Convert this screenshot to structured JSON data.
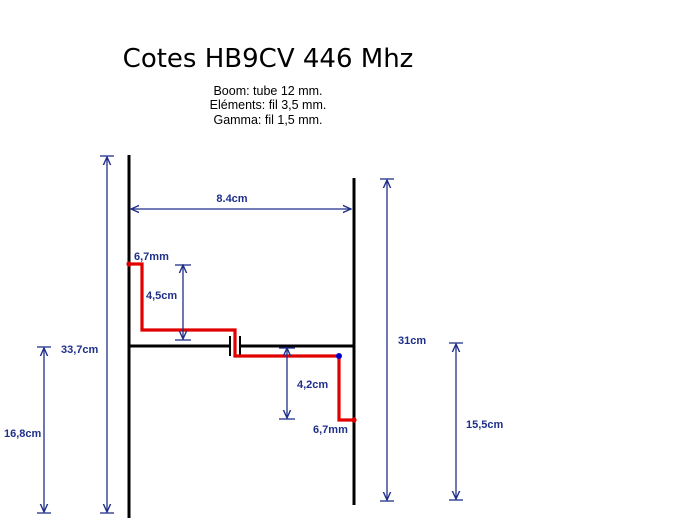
{
  "title": "Cotes HB9CV 446 Mhz",
  "specs": {
    "boom": "Boom: tube 12 mm.",
    "elements": "Eléments: fil 3,5 mm.",
    "gamma": "Gamma: fil 1,5 mm."
  },
  "dimensions": {
    "spacing": "8.4cm",
    "gamma_top_offset": "6,7mm",
    "gamma_top_height": "4,5cm",
    "gamma_bottom_height": "4,2cm",
    "gamma_bottom_offset": "6,7mm",
    "left_element_length": "33,7cm",
    "left_element_half": "16,8cm",
    "right_element_length": "31cm",
    "right_element_half": "15,5cm"
  },
  "colors": {
    "elements": "#000000",
    "gamma": "#e00000",
    "dimensions": "#1f2f8a",
    "capacitor_dot": "#0000cc"
  }
}
